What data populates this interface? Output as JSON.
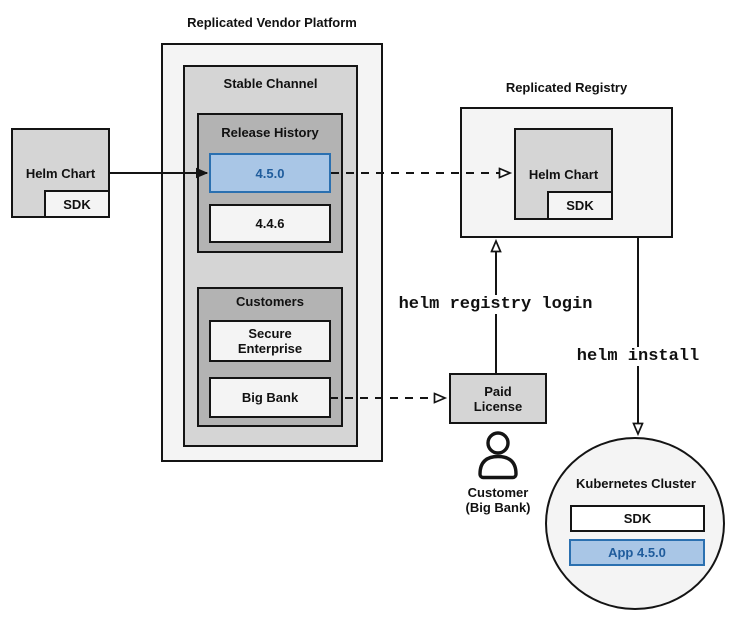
{
  "diagram_title": "Replicated vendor platform Helm distribution flow",
  "colors": {
    "outer_fill": "#f4f4f4",
    "panel_fill": "#d5d5d5",
    "inner_panel_fill": "#b3b3b3",
    "item_fill": "#f4f4f4",
    "highlight_fill": "#a9c6e6",
    "highlight_border": "#2b70b0",
    "highlight_text": "#1f5c9c",
    "line": "#141414"
  },
  "platform": {
    "title": "Replicated Vendor Platform",
    "stable_channel_title": "Stable Channel",
    "release_history_title": "Release History",
    "release_current": "4.5.0",
    "release_previous": "4.4.6",
    "customers_title": "Customers",
    "customer_secure": "Secure\nEnterprise",
    "customer_bigbank": "Big Bank"
  },
  "source_chart": {
    "label": "Helm Chart",
    "sdk": "SDK"
  },
  "registry": {
    "title": "Replicated Registry",
    "chart_label": "Helm Chart",
    "sdk": "SDK"
  },
  "license": {
    "label": "Paid\nLicense"
  },
  "customer": {
    "label": "Customer\n(Big Bank)"
  },
  "cluster": {
    "title": "Kubernetes Cluster",
    "sdk": "SDK",
    "app": "App 4.5.0"
  },
  "commands": {
    "login": "helm registry login",
    "install": "helm install"
  }
}
